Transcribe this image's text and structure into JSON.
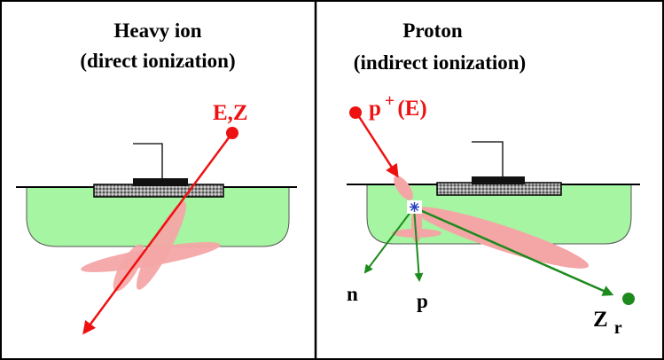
{
  "left_panel": {
    "title_line1": "Heavy ion",
    "title_line2": "(direct ionization)",
    "particle_label": "E,Z"
  },
  "right_panel": {
    "title_line1": "Proton",
    "title_line2": "(indirect ionization)",
    "proton_label": "p",
    "proton_sup": "+",
    "proton_energy": "(E)",
    "secondary_n": "n",
    "secondary_p": "p",
    "recoil_Z": "Z",
    "recoil_sub": "r"
  },
  "colors": {
    "device_body": "#a6f5a2",
    "ionization_track": "#f4a6a6",
    "incident_particle": "#ee1111",
    "secondary_particle": "#1d8a1d",
    "gate": "#111111"
  },
  "icons": {
    "collision_point": "asterisk-star"
  }
}
